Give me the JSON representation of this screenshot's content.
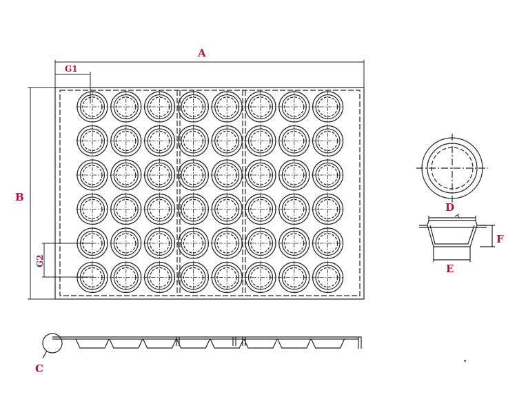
{
  "labels": {
    "a": "A",
    "b": "B",
    "c": "C",
    "d": "D",
    "e": "E",
    "f": "F",
    "g1": "G1",
    "g2": "G2"
  },
  "tray": {
    "rows": 6,
    "columns": 8
  },
  "colors": {
    "line": "#222222",
    "label": "#b0123f",
    "background": "#ffffff"
  }
}
